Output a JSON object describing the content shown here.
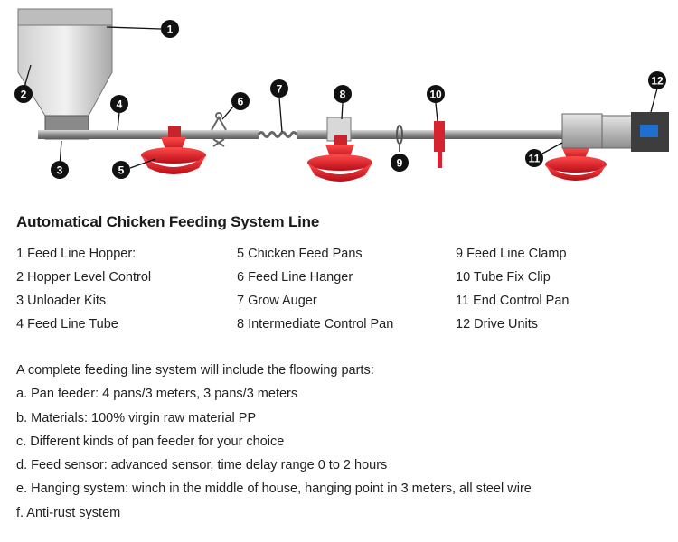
{
  "callouts": [
    "1",
    "2",
    "3",
    "4",
    "5",
    "6",
    "7",
    "8",
    "9",
    "10",
    "11",
    "12"
  ],
  "title": "Automatical Chicken Feeding System Line",
  "parts": {
    "col1": [
      "1 Feed Line Hopper:",
      "2 Hopper Level Control",
      "3 Unloader Kits",
      "4 Feed Line Tube"
    ],
    "col2": [
      "5 Chicken Feed Pans",
      "6 Feed Line Hanger",
      "7 Grow Auger",
      "8 Intermediate Control Pan"
    ],
    "col3": [
      "9 Feed Line Clamp",
      "10 Tube Fix Clip",
      "11 End Control Pan",
      "12 Drive Units"
    ]
  },
  "description": [
    "A complete feeding line system will include the floowing parts:",
    "a. Pan feeder: 4 pans/3 meters, 3 pans/3 meters",
    "b. Materials: 100% virgin raw material PP",
    "c. Different kinds of pan feeder for your choice",
    "d. Feed sensor: advanced sensor, time delay range 0 to 2 hours",
    "e. Hanging system: winch in the middle of house, hanging point in 3 meters, all steel wire",
    "f. Anti-rust system"
  ],
  "colors": {
    "pan_red": "#e0202a",
    "steel": "#9a9a9a",
    "callout": "#111111",
    "drive_blue": "#1e6fd0"
  }
}
